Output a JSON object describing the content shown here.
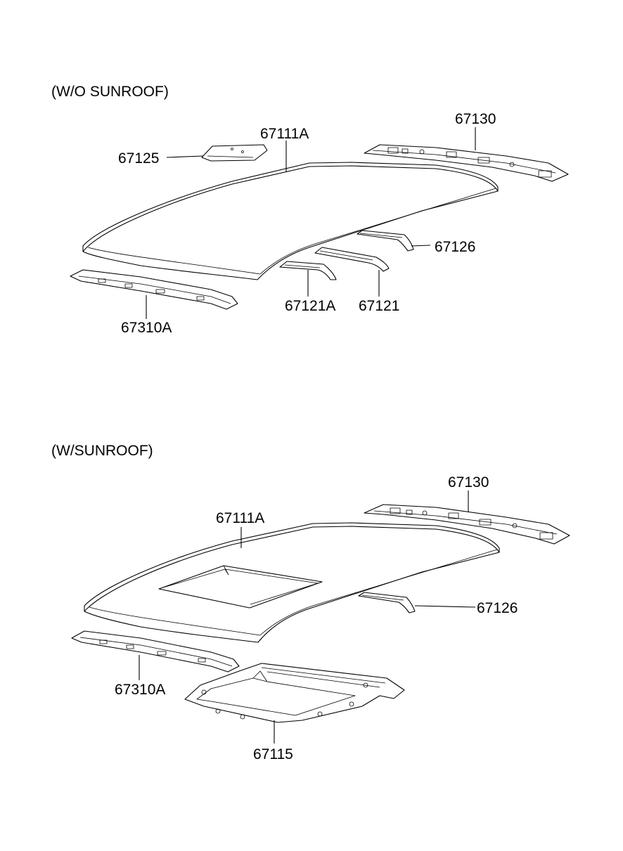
{
  "sections": {
    "without_sunroof": {
      "heading": "(W/O SUNROOF)",
      "parts": {
        "p67130": "67130",
        "p67111A": "67111A",
        "p67125": "67125",
        "p67126": "67126",
        "p67121A": "67121A",
        "p67121": "67121",
        "p67310A": "67310A"
      }
    },
    "with_sunroof": {
      "heading": "(W/SUNROOF)",
      "parts": {
        "p67130": "67130",
        "p67111A": "67111A",
        "p67126": "67126",
        "p67310A": "67310A",
        "p67115": "67115"
      }
    }
  }
}
